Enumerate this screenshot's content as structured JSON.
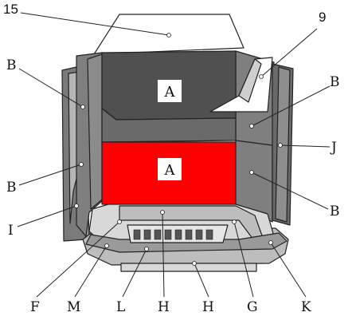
{
  "colors": {
    "outline": "#222222",
    "frame": "#7f7f7f",
    "frame_dark": "#5f5f5f",
    "panel_dark": "#505050",
    "panel_red": "#ff0000",
    "base_light": "#d8d8d8",
    "base_mid": "#bdbdbd",
    "side_panel": "#8a8a8a"
  },
  "labels": {
    "n15": "15",
    "n9": "9",
    "b1": "B",
    "b2": "B",
    "b3": "B",
    "b4": "B",
    "j": "J",
    "i": "I",
    "f": "F",
    "m": "M",
    "l": "L",
    "h1": "H",
    "h2": "H",
    "g": "G",
    "k": "K",
    "a_upper": "A",
    "a_lower": "A"
  }
}
